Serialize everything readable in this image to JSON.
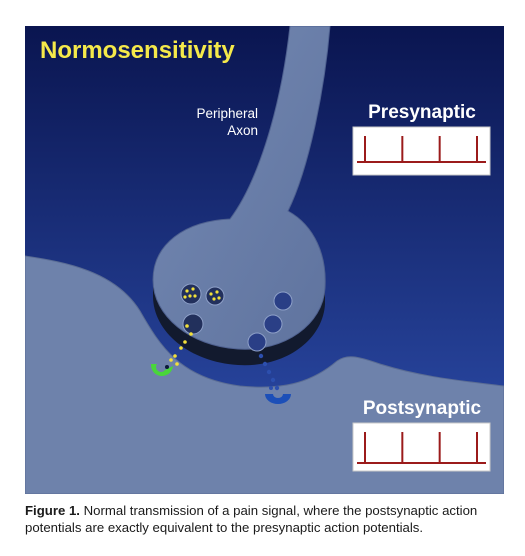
{
  "figure": {
    "title": "Normosensitivity",
    "axon_label_line1": "Peripheral",
    "axon_label_line2": "Axon",
    "presynaptic_label": "Presynaptic",
    "postsynaptic_label": "Postsynaptic",
    "colors": {
      "background_top": "#0a1550",
      "background_bottom": "#2b4aa6",
      "neuron": "#6f84ad",
      "title": "#f5e94a",
      "spike": "#9b1b1b",
      "neurotransmitter": "#f2e03a",
      "receptor_normal": "#49d63a",
      "receptor_blue": "#1c4fb8"
    },
    "presynaptic_spike_count": 4,
    "postsynaptic_spike_count": 4
  },
  "caption": {
    "label": "Figure 1.",
    "text": " Normal transmission of a pain signal, where the postsynaptic action potentials are exactly equivalent to the presynaptic action potentials."
  }
}
